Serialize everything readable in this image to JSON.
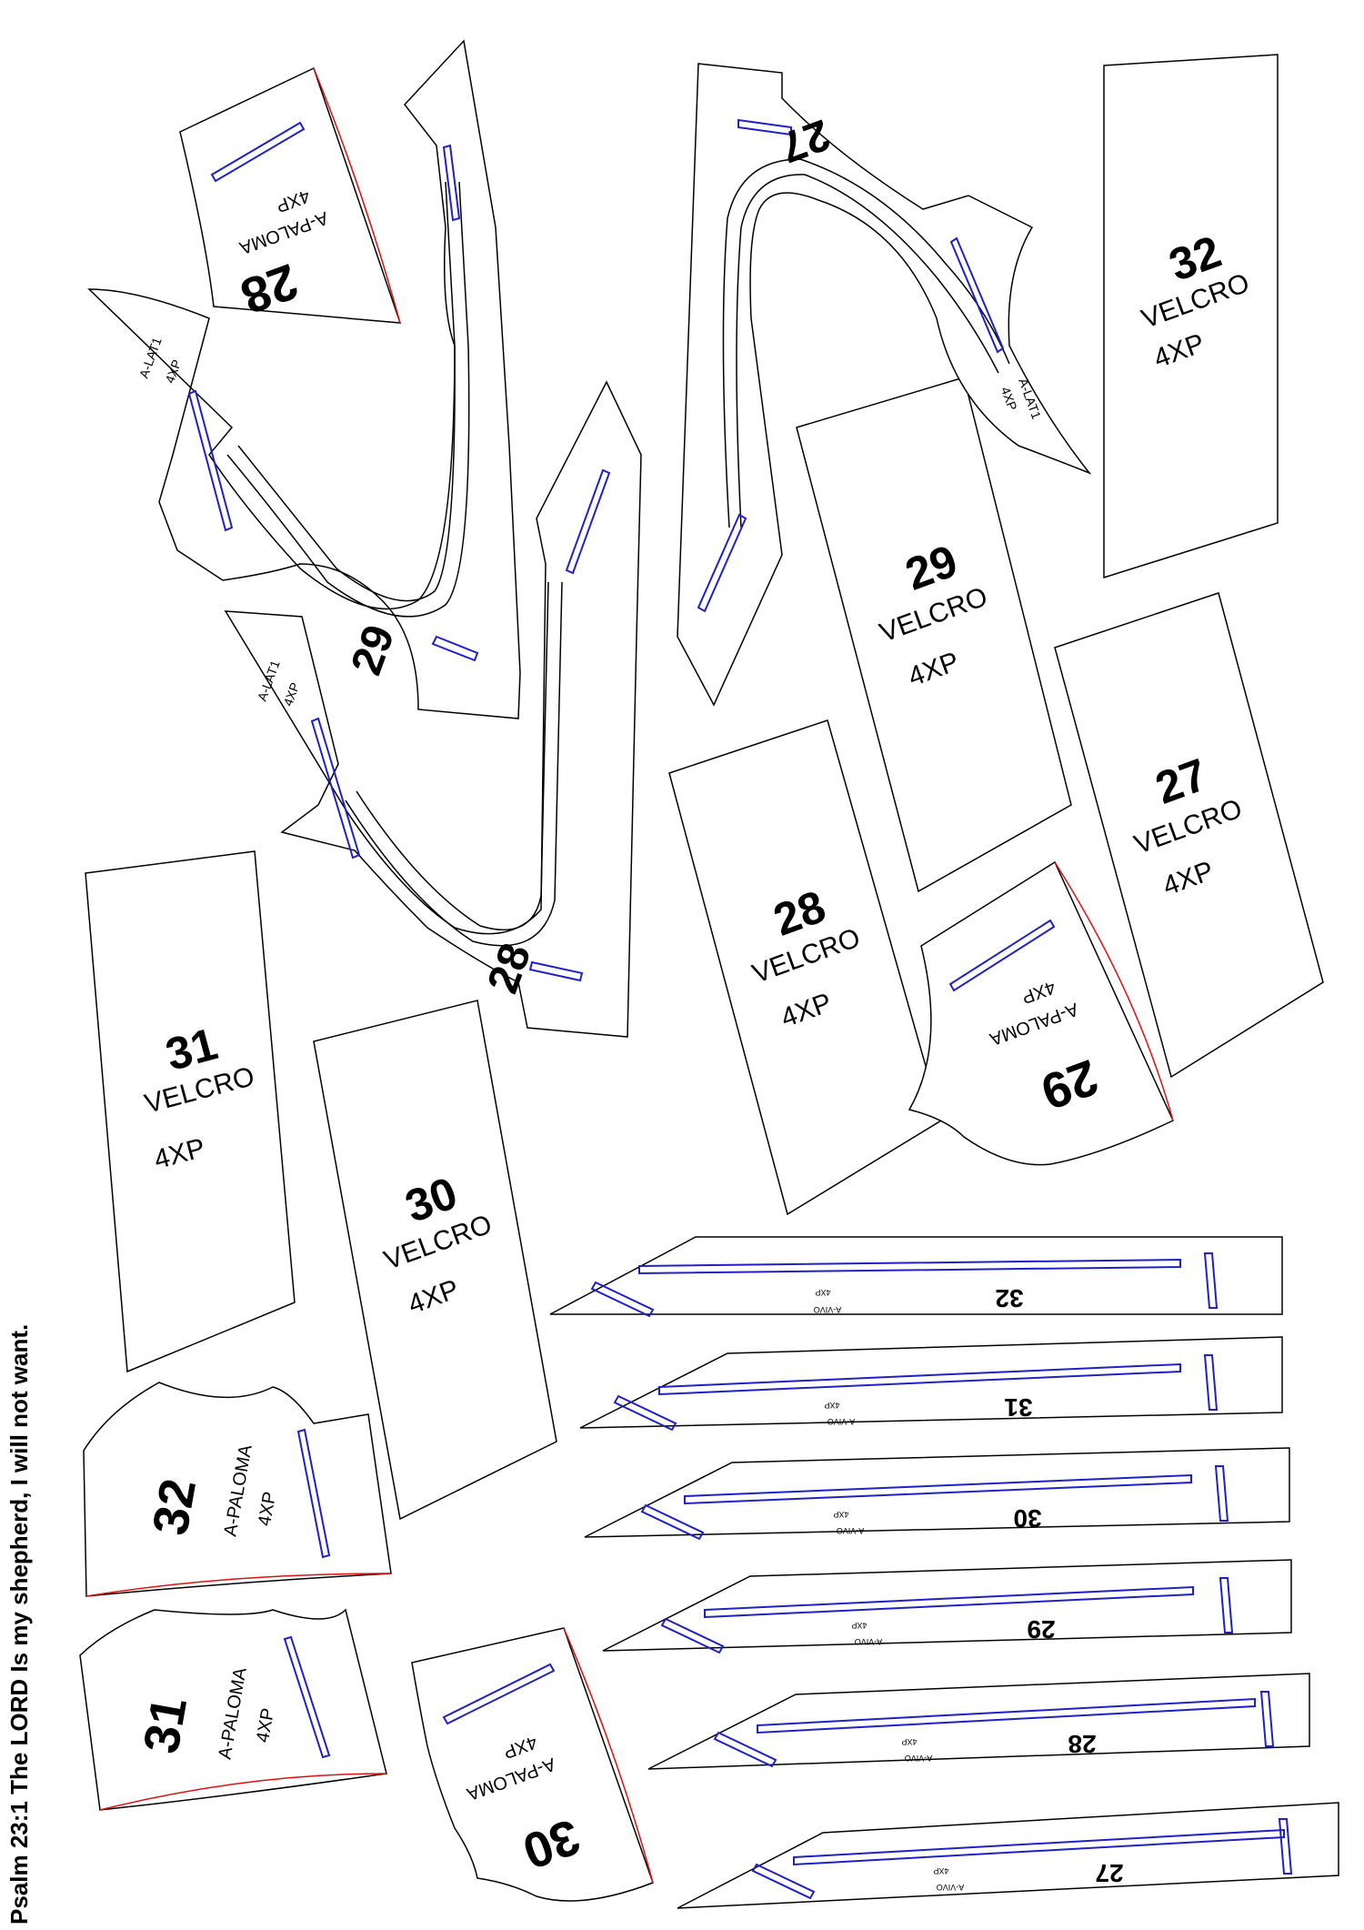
{
  "verse": "Psalm 23:1 The LORD Is my shepherd, I will not want.",
  "velcro_label": "VELCRO",
  "paloma_label": "A-PALOMA",
  "lat_label": "A-LAT1",
  "vivo_label": "A-VIVO",
  "size_label": "4XP",
  "velcro_pieces": [
    {
      "number": "32"
    },
    {
      "number": "29"
    },
    {
      "number": "27"
    },
    {
      "number": "28"
    },
    {
      "number": "31"
    },
    {
      "number": "30"
    }
  ],
  "paloma_pieces": [
    {
      "number": "28"
    },
    {
      "number": "29"
    },
    {
      "number": "32"
    },
    {
      "number": "31"
    },
    {
      "number": "30"
    }
  ],
  "lat_pieces": [
    {
      "number": "27"
    },
    {
      "number": "29"
    },
    {
      "number": "28"
    }
  ],
  "vivo_strips": [
    {
      "number": "32"
    },
    {
      "number": "31"
    },
    {
      "number": "30"
    },
    {
      "number": "29"
    },
    {
      "number": "28"
    },
    {
      "number": "27"
    }
  ],
  "colors": {
    "outline": "#000000",
    "slot": "#2020c8",
    "edge": "#e01010"
  }
}
